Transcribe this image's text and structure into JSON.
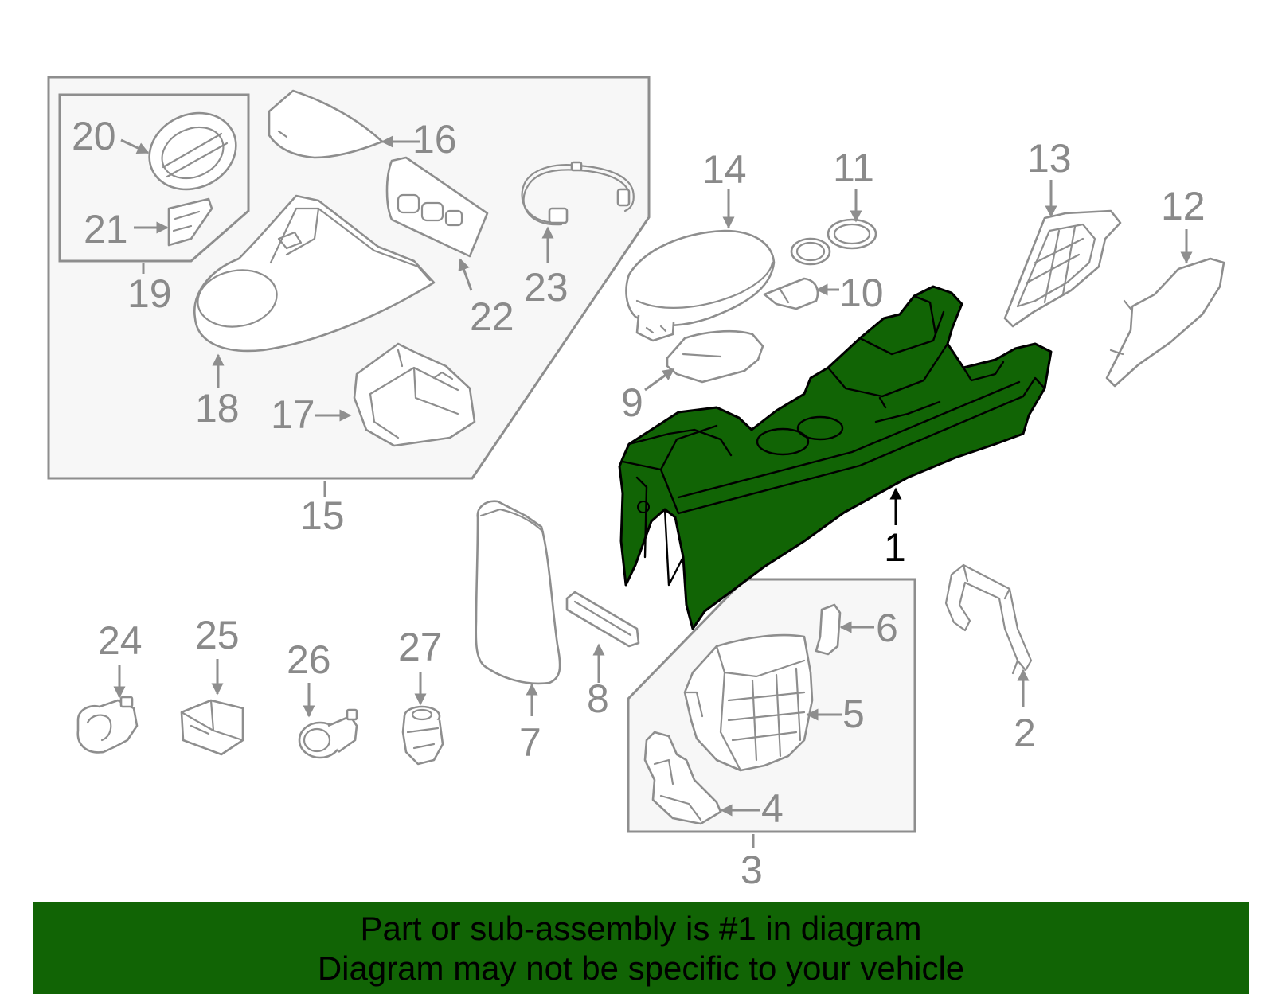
{
  "colors": {
    "highlight": "#116405",
    "part_stroke": "#8e8e8e",
    "callout_text": "#8a8a8a",
    "group_box_fill": "#f7f7f7",
    "banner_background": "#116405"
  },
  "callouts": [
    {
      "id": "1",
      "label": "1",
      "highlighted": true
    },
    {
      "id": "2",
      "label": "2"
    },
    {
      "id": "3",
      "label": "3"
    },
    {
      "id": "4",
      "label": "4"
    },
    {
      "id": "5",
      "label": "5"
    },
    {
      "id": "6",
      "label": "6"
    },
    {
      "id": "7",
      "label": "7"
    },
    {
      "id": "8",
      "label": "8"
    },
    {
      "id": "9",
      "label": "9"
    },
    {
      "id": "10",
      "label": "10"
    },
    {
      "id": "11",
      "label": "11"
    },
    {
      "id": "12",
      "label": "12"
    },
    {
      "id": "13",
      "label": "13"
    },
    {
      "id": "14",
      "label": "14"
    },
    {
      "id": "15",
      "label": "15"
    },
    {
      "id": "16",
      "label": "16"
    },
    {
      "id": "17",
      "label": "17"
    },
    {
      "id": "18",
      "label": "18"
    },
    {
      "id": "19",
      "label": "19"
    },
    {
      "id": "20",
      "label": "20"
    },
    {
      "id": "21",
      "label": "21"
    },
    {
      "id": "22",
      "label": "22"
    },
    {
      "id": "23",
      "label": "23"
    },
    {
      "id": "24",
      "label": "24"
    },
    {
      "id": "25",
      "label": "25"
    },
    {
      "id": "26",
      "label": "26"
    },
    {
      "id": "27",
      "label": "27"
    }
  ],
  "banner": {
    "line1": "Part or sub-assembly is #1 in diagram",
    "line2": "Diagram may not be specific to your vehicle"
  }
}
